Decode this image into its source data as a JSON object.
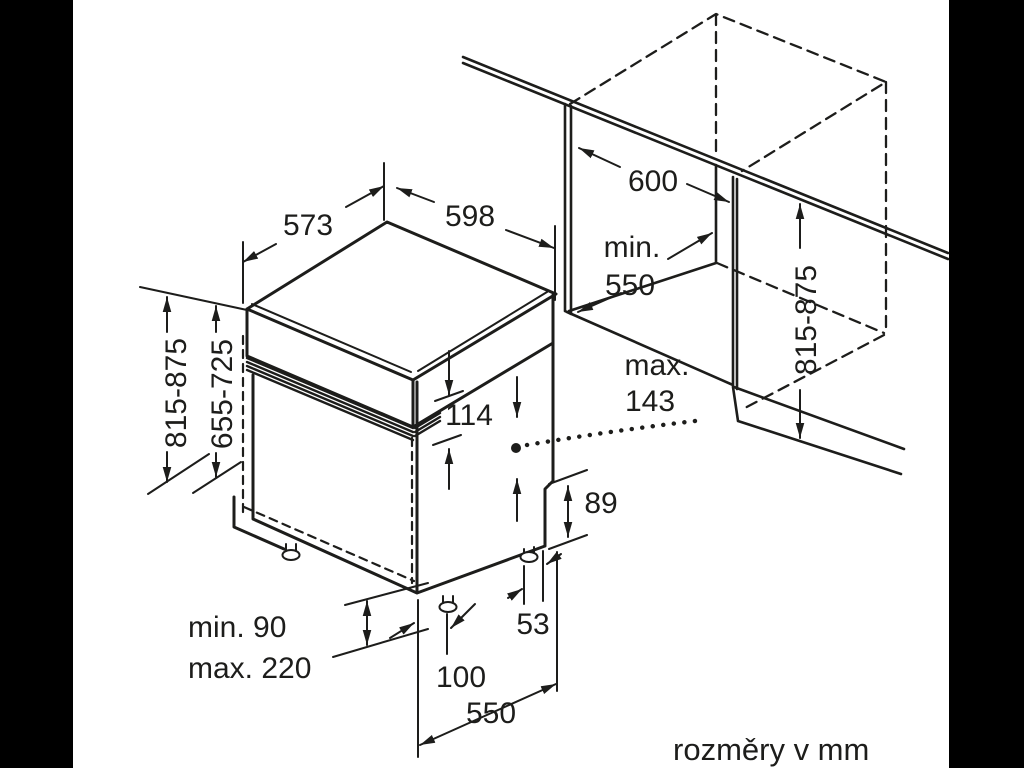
{
  "colors": {
    "ink": "#1d1d1b",
    "paper": "#ffffff",
    "matte": "#000000"
  },
  "caption": "rozměry v mm",
  "dimensions": {
    "top_depth": "573",
    "top_width": "598",
    "niche_width": "600",
    "niche_depth_l1": "min.",
    "niche_depth_l2": "550",
    "overall_height": "815-875",
    "door_height": "655-725",
    "niche_height": "815-875",
    "panel_height": "114",
    "hinge_l1": "max.",
    "hinge_l2": "143",
    "rear_notch": "89",
    "plinth_min": "min. 90",
    "plinth_max": "max. 220",
    "foot_to_rear": "53",
    "front_to_foot": "100",
    "base_depth": "550"
  }
}
